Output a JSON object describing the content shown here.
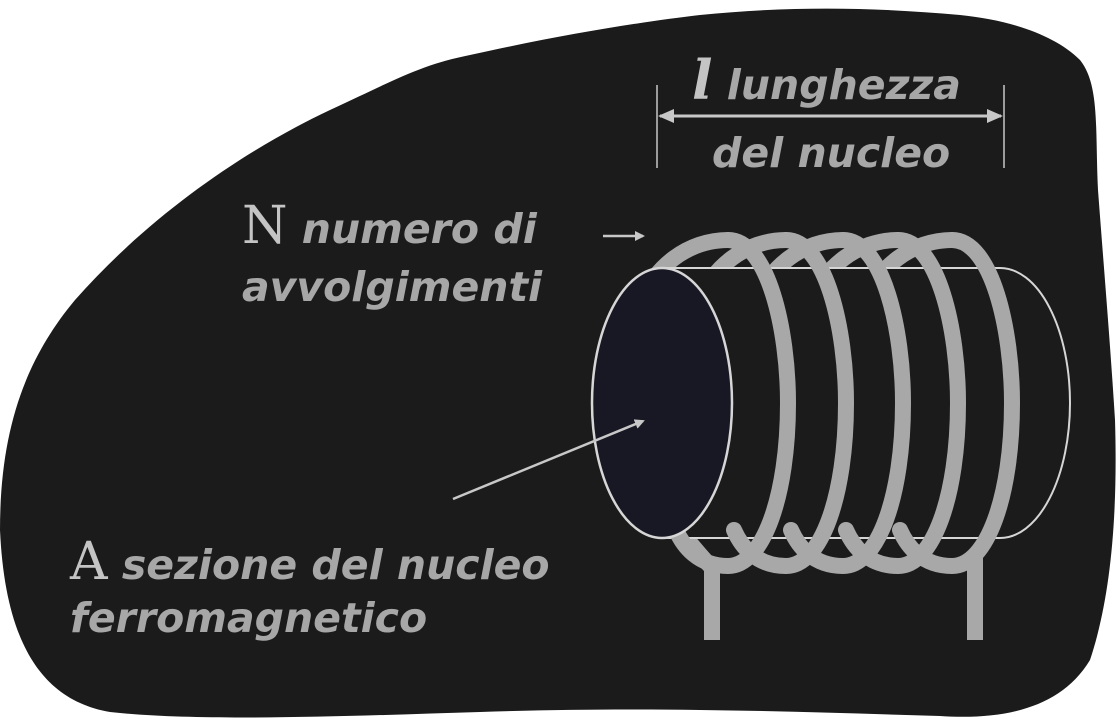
{
  "colors": {
    "blob": "#1b1b1b",
    "wire": "#a8a8a8",
    "core_face": "#181824",
    "core_outline": "#d6d6d6",
    "label": "#a7a7a7",
    "arrow": "#c8c8c8"
  },
  "length": {
    "symbol": "l",
    "line1": "lunghezza",
    "line2": "del nucleo"
  },
  "turns": {
    "symbol": "N",
    "line1": "numero di",
    "line2": "avvolgimenti"
  },
  "section": {
    "symbol": "A",
    "line1": "sezione del nucleo",
    "line2": "ferromagnetico"
  }
}
